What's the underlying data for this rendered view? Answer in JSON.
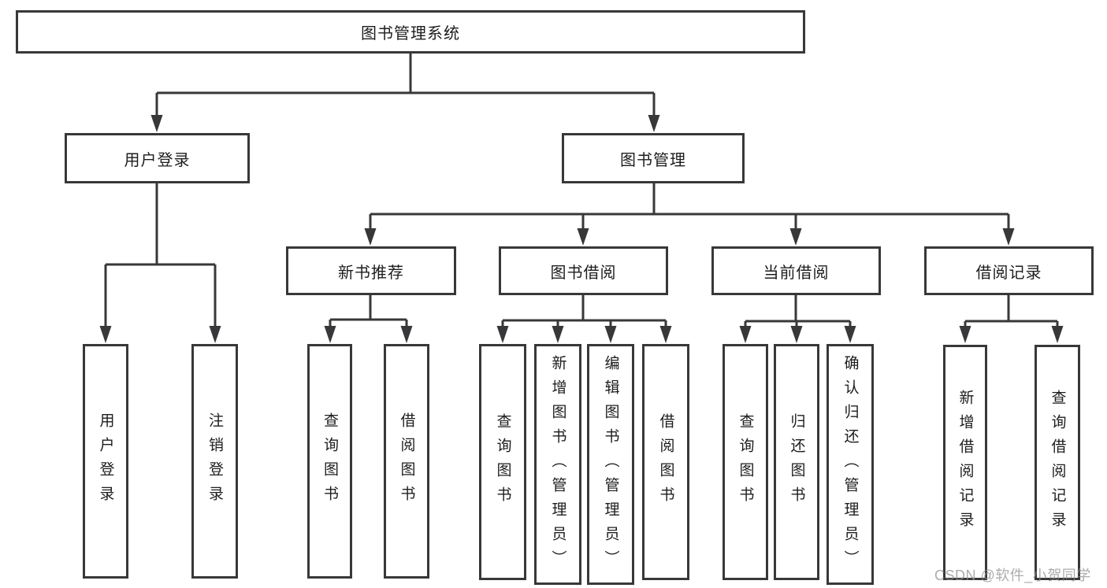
{
  "tree": {
    "label": "图书管理系统",
    "children": [
      {
        "label": "用户登录",
        "children": [
          {
            "label": "用户登录"
          },
          {
            "label": "注销登录"
          }
        ]
      },
      {
        "label": "图书管理",
        "children": [
          {
            "label": "新书推荐",
            "children": [
              {
                "label": "查询图书"
              },
              {
                "label": "借阅图书"
              }
            ]
          },
          {
            "label": "图书借阅",
            "children": [
              {
                "label": "查询图书"
              },
              {
                "label": "新增图书（管理员）"
              },
              {
                "label": "编辑图书（管理员）"
              },
              {
                "label": "借阅图书"
              }
            ]
          },
          {
            "label": "当前借阅",
            "children": [
              {
                "label": "查询图书"
              },
              {
                "label": "归还图书"
              },
              {
                "label": "确认归还（管理员）"
              }
            ]
          },
          {
            "label": "借阅记录",
            "children": [
              {
                "label": "新增借阅记录"
              },
              {
                "label": "查询借阅记录"
              }
            ]
          }
        ]
      }
    ]
  },
  "watermark": {
    "text": "CSDN @软件_小贺同学"
  },
  "colors": {
    "line": "#38383a",
    "box_border": "#38383a",
    "box_fill": "#ffffff",
    "text": "#1d1d1f",
    "watermark": "#8c8c8c"
  }
}
